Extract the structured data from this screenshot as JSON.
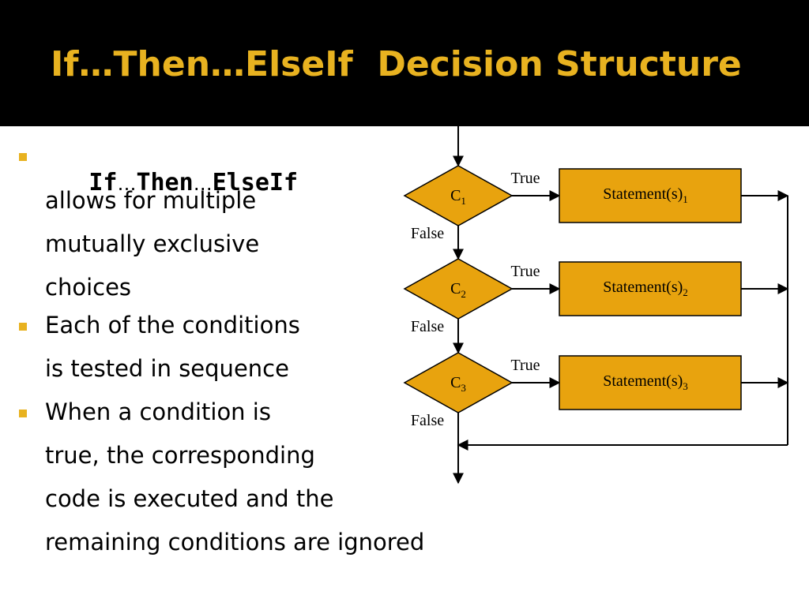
{
  "slide": {
    "title": "If…Then…ElseIf  Decision Structure",
    "bullet1": {
      "kw_if": "If",
      "ellipsis1": "…",
      "kw_then": "Then",
      "ellipsis2": "…",
      "kw_elseif": "ElseIf",
      "lines": [
        "allows for multiple",
        "mutually exclusive",
        "choices"
      ]
    },
    "bullet2": {
      "lines": [
        "Each of the conditions",
        "is tested in sequence"
      ]
    },
    "bullet3": {
      "lines": [
        "When a condition is",
        "true, the corresponding",
        "code is executed and the",
        "remaining conditions are ignored"
      ]
    }
  },
  "diagram": {
    "conditions": [
      {
        "label": "C",
        "sub": "1",
        "true_label": "True",
        "false_label": "False"
      },
      {
        "label": "C",
        "sub": "2",
        "true_label": "True",
        "false_label": "False"
      },
      {
        "label": "C",
        "sub": "3",
        "true_label": "True",
        "false_label": "False"
      }
    ],
    "statements": [
      {
        "label": "Statement(s)",
        "sub": "1"
      },
      {
        "label": "Statement(s)",
        "sub": "2"
      },
      {
        "label": "Statement(s)",
        "sub": "3"
      }
    ]
  },
  "colors": {
    "title": "#e8b220",
    "fill": "#e8a30e",
    "bullet": "#e8b220"
  }
}
